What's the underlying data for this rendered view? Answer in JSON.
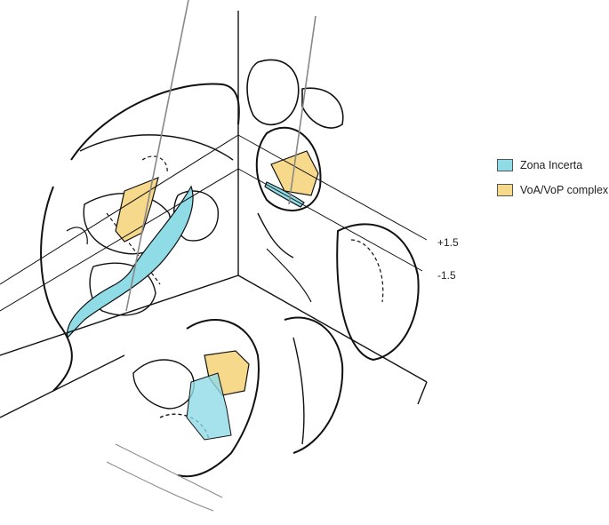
{
  "legend": {
    "items": [
      {
        "label": "Zona Incerta",
        "color": "#8fdbe6"
      },
      {
        "label": "VoA/VoP complex",
        "color": "#f7d98b"
      }
    ]
  },
  "plane_labels": {
    "upper": "+1.5",
    "lower": "-1.5"
  },
  "colors": {
    "outline": "#111111",
    "trajectory": "#888888",
    "zona_incerta": "#8fdbe6",
    "voa_vop": "#f7d98b"
  }
}
